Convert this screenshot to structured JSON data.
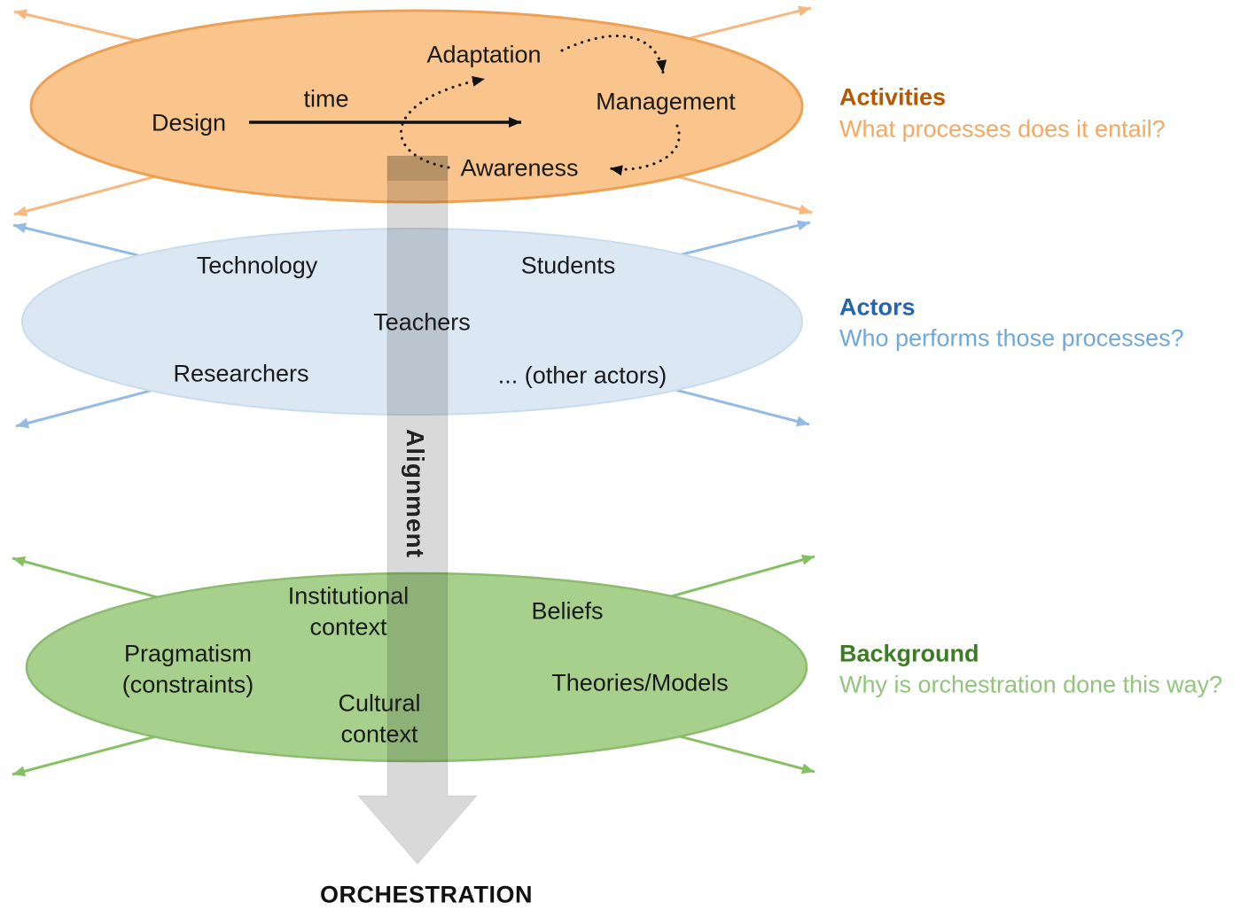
{
  "layers": {
    "activities": {
      "side_title": "Activities",
      "side_question": "What processes does it entail?",
      "design": "Design",
      "time": "time",
      "adaptation": "Adaptation",
      "management": "Management",
      "awareness": "Awareness",
      "colors": {
        "fill": "#f9c58d",
        "stroke": "#eda154",
        "arrow": "#f6b87e",
        "title": "#b35900",
        "question": "#f4a963"
      }
    },
    "actors": {
      "side_title": "Actors",
      "side_question": "Who performs those processes?",
      "technology": "Technology",
      "students": "Students",
      "teachers": "Teachers",
      "researchers": "Researchers",
      "other_actors": "... (other actors)",
      "colors": {
        "fill": "#dbe8f4",
        "stroke": "#c9dcee",
        "arrow": "#94bbe4",
        "title": "#2565ae",
        "question": "#6fa8dc"
      }
    },
    "background": {
      "side_title": "Background",
      "side_question": "Why is orchestration done this way?",
      "institutional_context": "Institutional\ncontext",
      "beliefs": "Beliefs",
      "pragmatism": "Pragmatism\n(constraints)",
      "theories_models": "Theories/Models",
      "cultural_context": "Cultural\ncontext",
      "colors": {
        "fill": "#a7d08c",
        "stroke": "#8cbb6e",
        "arrow": "#85c163",
        "title": "#3c7d22",
        "question": "#93c47d"
      }
    }
  },
  "alignment_label": "Alignment",
  "orchestration_label": "ORCHESTRATION"
}
